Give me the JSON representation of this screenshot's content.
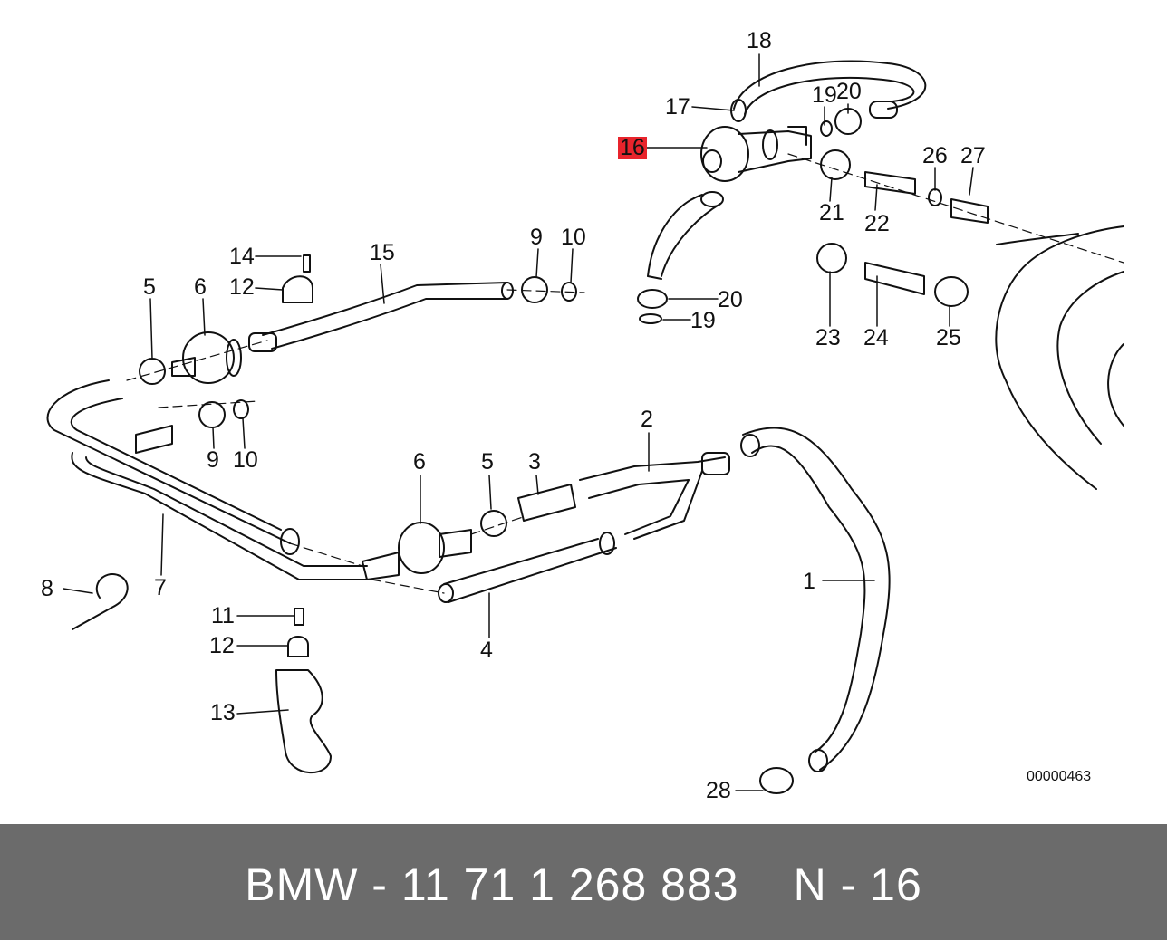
{
  "diagram": {
    "document_number": "00000463",
    "highlight_color": "#e8242c",
    "callouts": [
      "1",
      "2",
      "3",
      "4",
      "5",
      "6",
      "7",
      "8",
      "9",
      "10",
      "11",
      "12",
      "13",
      "14",
      "15",
      "16",
      "17",
      "18",
      "19",
      "20",
      "21",
      "22",
      "23",
      "24",
      "25",
      "26",
      "27",
      "28"
    ],
    "callout_labels": {
      "c1": "1",
      "c2": "2",
      "c3": "3",
      "c4": "4",
      "c5a": "5",
      "c5b": "5",
      "c6a": "6",
      "c6b": "6",
      "c7": "7",
      "c8": "8",
      "c9a": "9",
      "c9b": "9",
      "c10a": "10",
      "c10b": "10",
      "c11": "11",
      "c12a": "12",
      "c12b": "12",
      "c13": "13",
      "c14": "14",
      "c15": "15",
      "c16": "16",
      "c17": "17",
      "c18": "18",
      "c19a": "19",
      "c19b": "19",
      "c20a": "20",
      "c20b": "20",
      "c21": "21",
      "c22": "22",
      "c23": "23",
      "c24": "24",
      "c25": "25",
      "c26": "26",
      "c27": "27",
      "c28": "28"
    },
    "highlighted_callout": "16"
  },
  "footer": {
    "background": "#6b6b6b",
    "part_text": "BMW - 11 71 1 268 883",
    "position_text": "N - 16"
  }
}
